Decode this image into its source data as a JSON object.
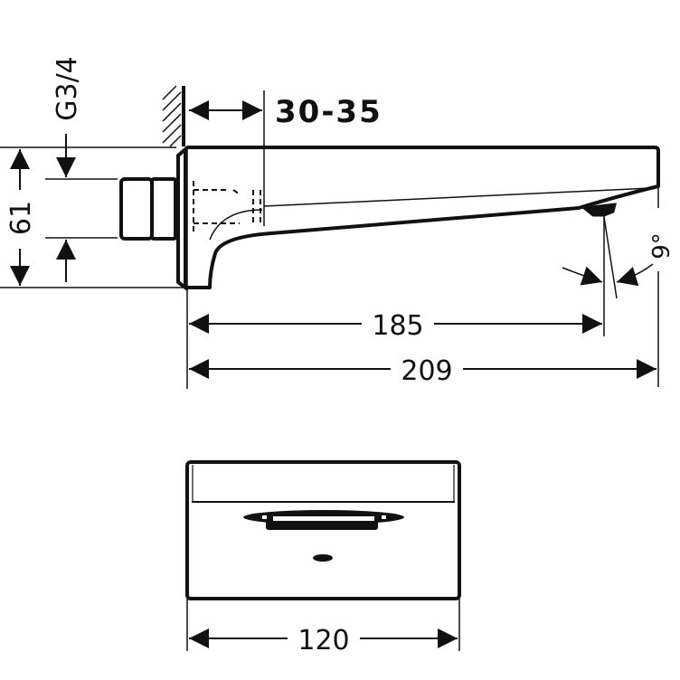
{
  "title": "Bath spout technical drawing",
  "dimensions": {
    "wall_projection": "30-35",
    "thread": "G3/4",
    "height": "61",
    "spout_reach": "185",
    "total_length": "209",
    "angle": "9°",
    "width": "120"
  },
  "colors": {
    "line": "#111111",
    "background": "#ffffff"
  }
}
